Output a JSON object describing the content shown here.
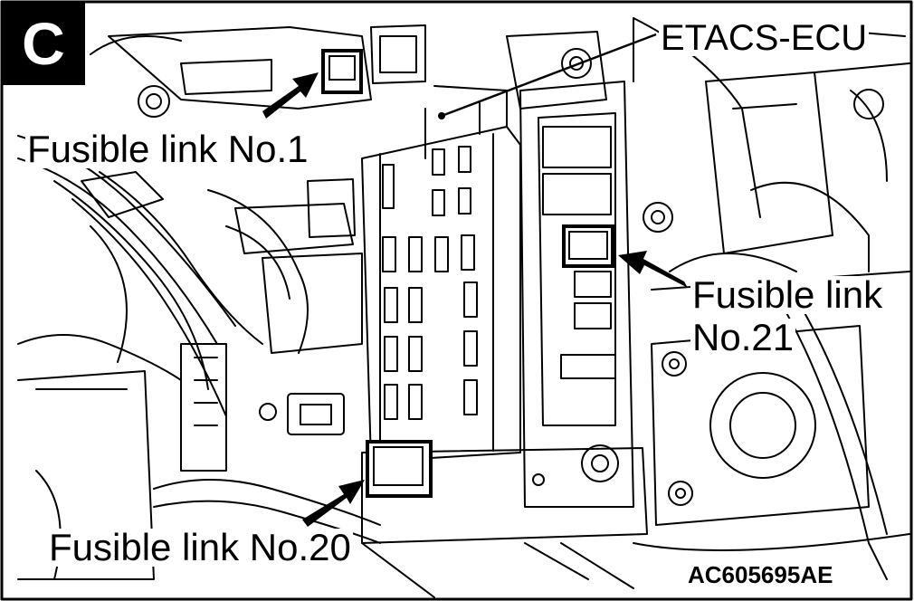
{
  "figure": {
    "section_letter": "C",
    "part_code": "AC605695AE",
    "labels": {
      "etacs": "ETACS-ECU",
      "link1": "Fusible link No.1",
      "link21_line1": "Fusible link",
      "link21_line2": "No.21",
      "link20": "Fusible link No.20"
    },
    "colors": {
      "ink": "#000000",
      "paper": "#ffffff"
    }
  }
}
